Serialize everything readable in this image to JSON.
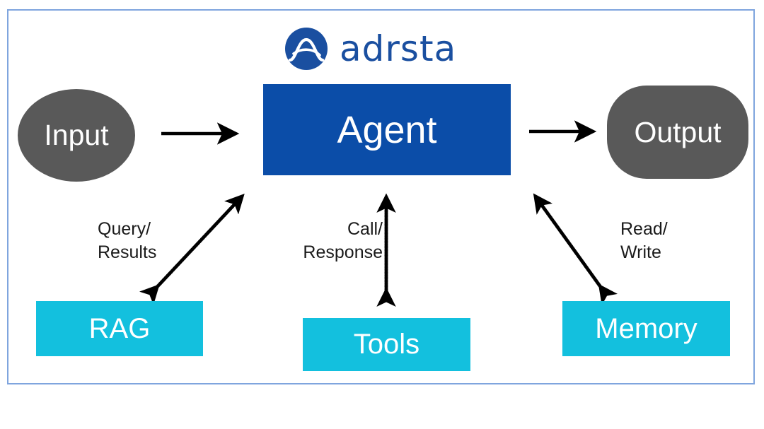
{
  "frame": {
    "border_color": "#7fa5de"
  },
  "brand": {
    "name": "adrsta",
    "mark_icon": "adrsta-bell-curve-circle-logo",
    "color": "#1a4fa0"
  },
  "diagram": {
    "type": "flow-diagram",
    "title": "Agent architecture flow",
    "nodes": [
      {
        "id": "input",
        "label": "Input",
        "shape": "ellipse",
        "fill": "#595959",
        "text_color": "#ffffff"
      },
      {
        "id": "agent",
        "label": "Agent",
        "shape": "rectangle",
        "fill": "#0b4da8",
        "text_color": "#ffffff"
      },
      {
        "id": "output",
        "label": "Output",
        "shape": "rounded-rectangle",
        "fill": "#595959",
        "text_color": "#ffffff"
      },
      {
        "id": "rag",
        "label": "RAG",
        "shape": "rectangle",
        "fill": "#13c0de",
        "text_color": "#ffffff"
      },
      {
        "id": "tools",
        "label": "Tools",
        "shape": "rectangle",
        "fill": "#13c0de",
        "text_color": "#ffffff"
      },
      {
        "id": "memory",
        "label": "Memory",
        "shape": "rectangle",
        "fill": "#13c0de",
        "text_color": "#ffffff"
      }
    ],
    "edges": [
      {
        "id": "input-to-agent",
        "from": "input",
        "to": "agent",
        "label": "",
        "style": "solid",
        "arrows": "single",
        "color": "#000000"
      },
      {
        "id": "agent-to-output",
        "from": "agent",
        "to": "output",
        "label": "",
        "style": "solid",
        "arrows": "single",
        "color": "#000000"
      },
      {
        "id": "agent-rag",
        "from": "agent",
        "to": "rag",
        "label": "Query/\nResults",
        "style": "dotted",
        "arrows": "double",
        "color": "#000000"
      },
      {
        "id": "agent-tools",
        "from": "agent",
        "to": "tools",
        "label": "Call/\nResponse",
        "style": "dotted",
        "arrows": "double",
        "color": "#000000"
      },
      {
        "id": "agent-memory",
        "from": "agent",
        "to": "memory",
        "label": "Read/\nWrite",
        "style": "dotted",
        "arrows": "double",
        "color": "#000000"
      }
    ]
  }
}
